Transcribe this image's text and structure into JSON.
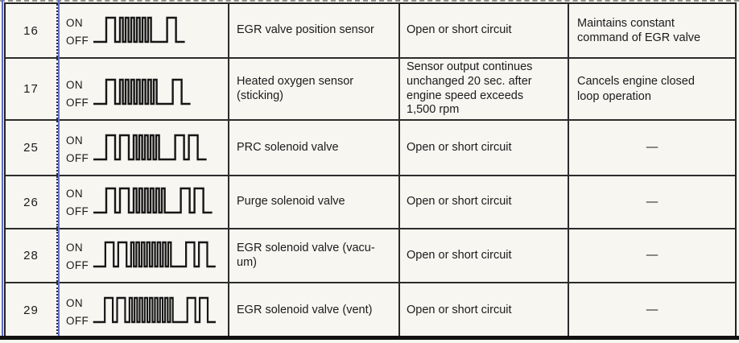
{
  "table": {
    "on_label": "ON",
    "off_label": "OFF",
    "columns": [
      "code",
      "flash_pattern",
      "item",
      "condition",
      "action"
    ],
    "rows": [
      {
        "code": "16",
        "pattern": {
          "long_flashes": 1,
          "short_flashes": 6,
          "repeat_long_flashes": 1
        },
        "item": "EGR valve position sensor",
        "condition": "Open or short circuit",
        "action": "Maintains constant\ncommand of EGR valve"
      },
      {
        "code": "17",
        "pattern": {
          "long_flashes": 1,
          "short_flashes": 7,
          "repeat_long_flashes": 1
        },
        "item": "Heated oxygen sensor\n(sticking)",
        "condition": "Sensor output continues\nunchanged 20 sec. after\nengine speed exceeds\n1,500 rpm",
        "action": "Cancels engine closed\nloop operation"
      },
      {
        "code": "25",
        "pattern": {
          "long_flashes": 2,
          "short_flashes": 5,
          "repeat_long_flashes": 2
        },
        "item": "PRC solenoid valve",
        "condition": "Open or short circuit",
        "action": "—"
      },
      {
        "code": "26",
        "pattern": {
          "long_flashes": 2,
          "short_flashes": 6,
          "repeat_long_flashes": 2
        },
        "item": "Purge solenoid valve",
        "condition": "Open or short circuit",
        "action": "—"
      },
      {
        "code": "28",
        "pattern": {
          "long_flashes": 2,
          "short_flashes": 8,
          "repeat_long_flashes": 2
        },
        "item": "EGR solenoid valve (vacu-\num)",
        "condition": "Open or short circuit",
        "action": "—"
      },
      {
        "code": "29",
        "pattern": {
          "long_flashes": 2,
          "short_flashes": 9,
          "repeat_long_flashes": 2
        },
        "item": "EGR solenoid valve (vent)",
        "condition": "Open or short circuit",
        "action": "—"
      }
    ],
    "colors": {
      "highlight_box": "#5e6cc9",
      "border": "#232323",
      "background": "#f7f6f1",
      "waveform_stroke": "#161616"
    }
  }
}
